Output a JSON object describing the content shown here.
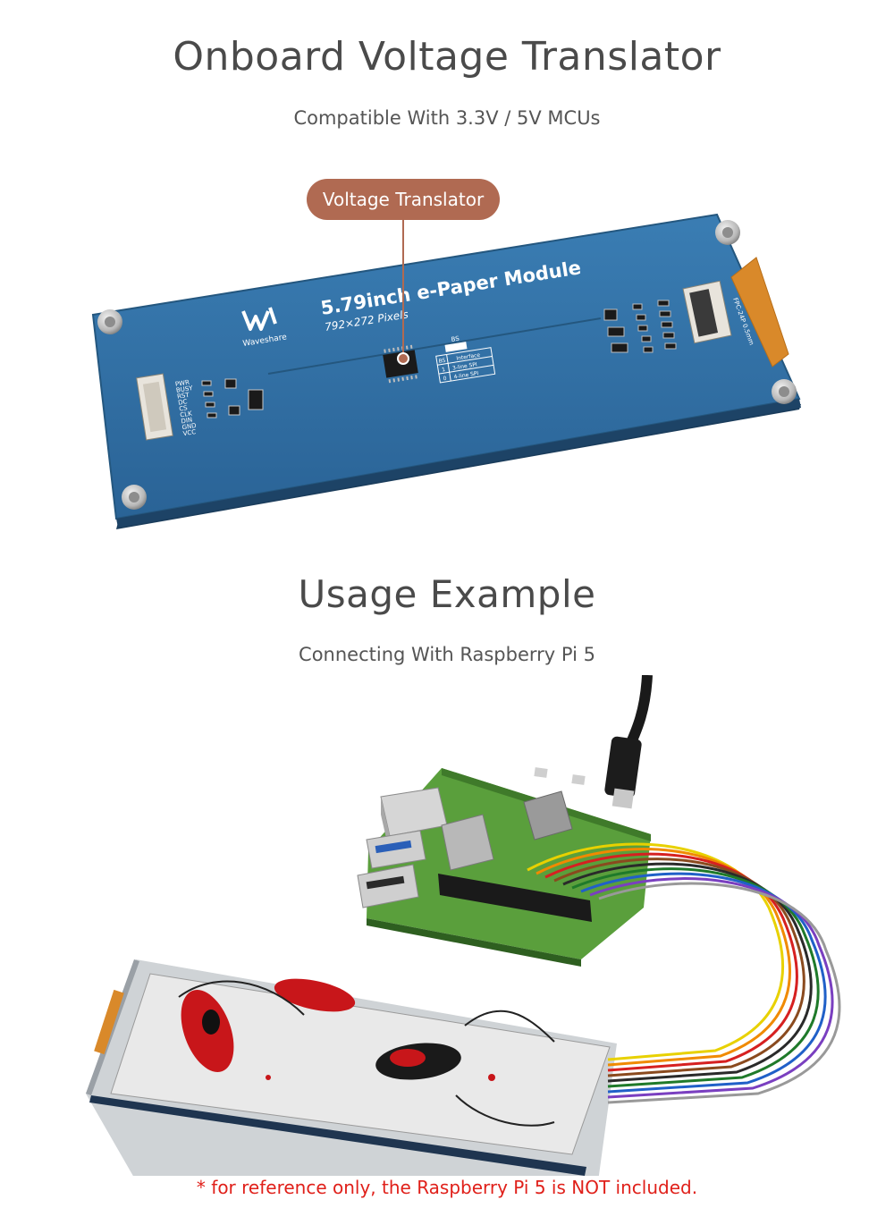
{
  "section1": {
    "title": "Onboard Voltage Translator",
    "subtitle": "Compatible With 3.3V / 5V MCUs",
    "callout_label": "Voltage Translator"
  },
  "board": {
    "brand": "Waveshare",
    "module_title": "5.79inch e-Paper Module",
    "resolution": "792×272 Pixels",
    "pin_labels": [
      "PWR",
      "BUSY",
      "RST",
      "DC",
      "CS",
      "CLK",
      "DIN",
      "GND",
      "VCC"
    ],
    "bs_label": "BS",
    "bs_table": {
      "headers": [
        "BS",
        "Interface"
      ],
      "rows": [
        [
          "1",
          "3-line SPI"
        ],
        [
          "0",
          "4-line SPI"
        ]
      ]
    },
    "fpc_label": "FPC-24P 0.5mm",
    "colors": {
      "pcb": "#2e6da0",
      "pcb_dark": "#1f4f78",
      "fpc": "#d9892a"
    }
  },
  "section2": {
    "title": "Usage Example",
    "subtitle": "Connecting With Raspberry Pi 5"
  },
  "wire_colors": [
    "#e8d100",
    "#f08a00",
    "#d62020",
    "#8a4a1e",
    "#2a2a2a",
    "#1f7a2a",
    "#2060c8",
    "#7a3fc0",
    "#999999"
  ],
  "disclaimer": "* for reference only, the Raspberry Pi 5 is NOT included."
}
